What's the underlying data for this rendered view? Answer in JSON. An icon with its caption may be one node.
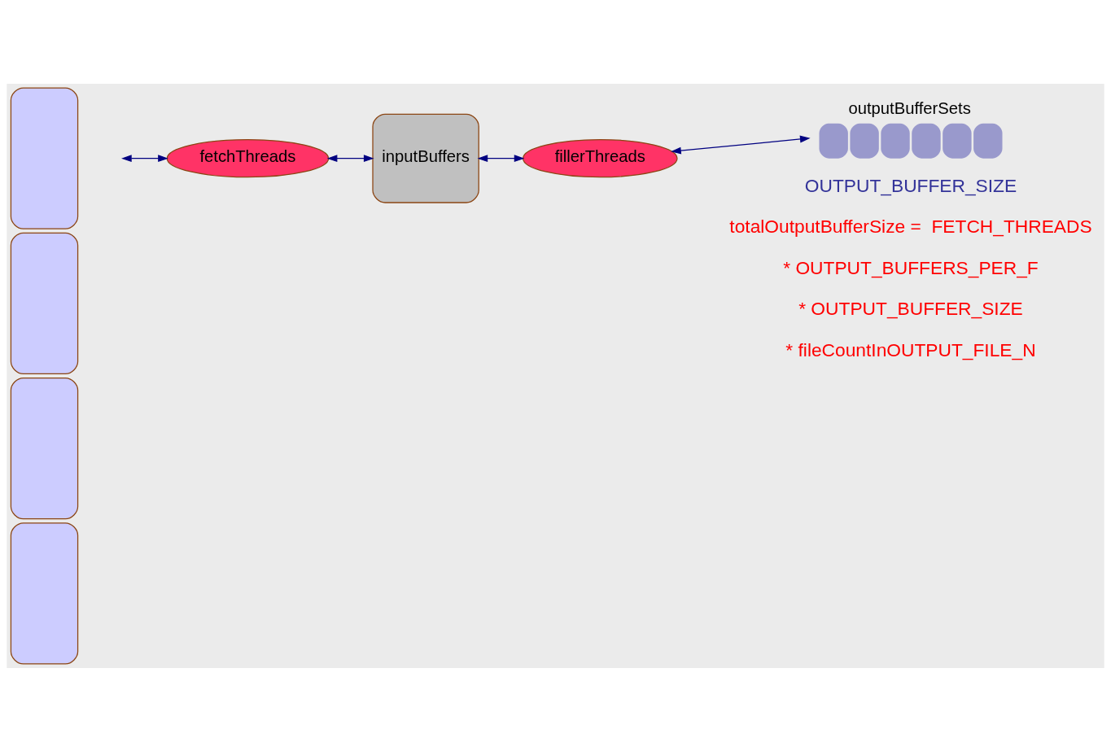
{
  "diagram": {
    "nodes": [
      {
        "text": [],
        "shape": "box"
      },
      {
        "text": [],
        "shape": "box"
      },
      {
        "text": [],
        "shape": "box"
      },
      {
        "text": [],
        "shape": "box"
      },
      {
        "text": [
          "fetchThreads"
        ]
      },
      {
        "text": [
          "inputBuffers"
        ]
      },
      {
        "text": [
          "fillerThreads"
        ]
      },
      {
        "text": [
          "outputBufferSets"
        ]
      }
    ],
    "edges": [
      {
        "from": null,
        "to": 4,
        "arrow": "both"
      },
      {
        "from": 4,
        "to": 5,
        "arrow": "both"
      },
      {
        "from": 5,
        "to": 6,
        "arrow": "both"
      },
      {
        "from": 6,
        "to": 7,
        "arrow": "both"
      }
    ],
    "labels": [
      "OUTPUT_BUFFER_SIZE",
      "totalOutputBufferSize =  FETCH_THREADS",
      "* OUTPUT_BUFFERS_PER_F",
      "* OUTPUT_BUFFER_SIZE",
      "* fileCountInOUTPUT_FILE_N"
    ]
  }
}
